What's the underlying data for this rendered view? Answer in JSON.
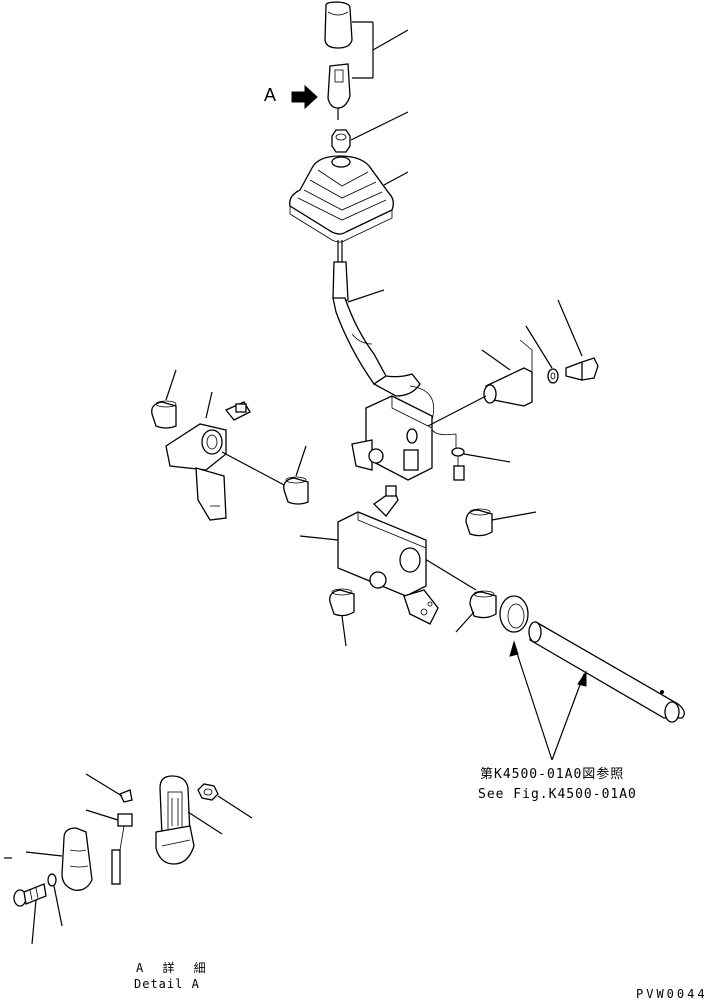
{
  "callout": {
    "letter": "A",
    "arrow_icon": "filled-arrow-right-icon"
  },
  "reference": {
    "ja": "第K4500-01A0図参照",
    "en": "See Fig.K4500-01A0"
  },
  "detail": {
    "ja": "A 詳 細",
    "en": "Detail A"
  },
  "drawing_code": "PVW0044"
}
